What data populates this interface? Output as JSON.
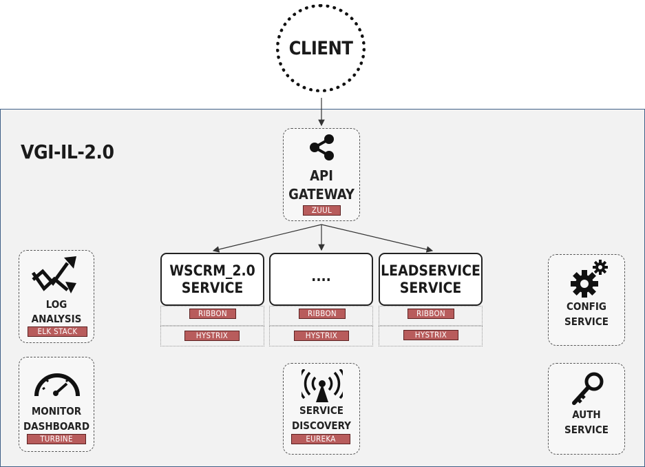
{
  "client": {
    "label": "CLIENT"
  },
  "system": {
    "title": "VGI-IL-2.0"
  },
  "gateway": {
    "line1": "API",
    "line2": "GATEWAY",
    "tag": "ZUUL"
  },
  "services": [
    {
      "line1": "WSCRM_2.0",
      "line2": "SERVICE",
      "ribbon": "RIBBON",
      "hystrix": "HYSTRIX"
    },
    {
      "line1": "....",
      "line2": "",
      "ribbon": "RIBBON",
      "hystrix": "HYSTRIX"
    },
    {
      "line1": "LEADSERVICE",
      "line2": "SERVICE",
      "ribbon": "RIBBON",
      "hystrix": "HYSTRIX"
    }
  ],
  "log": {
    "line1": "LOG",
    "line2": "ANALYSIS",
    "tag": "ELK STACK"
  },
  "monitor": {
    "line1": "MONITOR",
    "line2": "DASHBOARD",
    "tag": "TURBINE"
  },
  "discovery": {
    "line1": "SERVICE",
    "line2": "DISCOVERY",
    "tag": "EUREKA"
  },
  "config": {
    "line1": "CONFIG",
    "line2": "SERVICE"
  },
  "auth": {
    "line1": "AUTH",
    "line2": "SERVICE"
  },
  "icons": {
    "gateway": "share-icon",
    "log": "trend-chart-icon",
    "monitor": "gauge-icon",
    "discovery": "wireless-tower-icon",
    "config": "gears-icon",
    "auth": "key-icon"
  }
}
